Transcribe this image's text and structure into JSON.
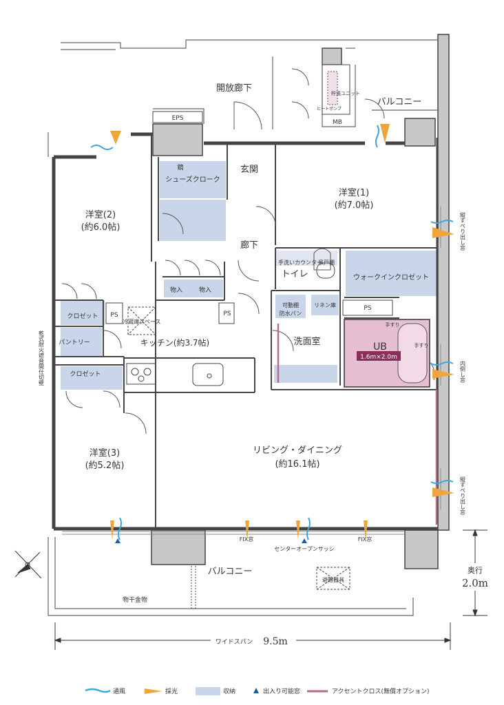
{
  "rooms": {
    "open_corridor": "開放廊下",
    "balcony_north": "バルコニー",
    "eps": "EPS",
    "mb": "MB",
    "water_heater": "貯湯ユニット",
    "heat_pump": "ヒートポンプ",
    "genkan": "玄関",
    "shoes_cloak": "シューズクローク",
    "mirror": "鏡",
    "western1_name": "洋室(1)",
    "western1_size": "(約7.0帖)",
    "western2_name": "洋室(2)",
    "western2_size": "(約6.0帖)",
    "hallway": "廊下",
    "storage1": "物入",
    "storage2": "物入",
    "handwash": "手洗いカウンター",
    "wall_cabinet": "吊戸棚",
    "toilet": "トイレ",
    "walkin": "ウォークインクロゼット",
    "closet1": "クロゼット",
    "ps1": "PS",
    "fridge": "冷蔵庫スペース",
    "pantry": "パントリー",
    "kitchen": "キッチン(約3.7帖)",
    "ps2": "PS",
    "movable_shelf": "可動棚",
    "waterproof_pan": "防水パン",
    "linen": "リネン庫",
    "ps3": "PS",
    "washroom": "洗面室",
    "ub": "UB",
    "ub_size": "1.6m×2.0m",
    "handrail1": "手すり",
    "handrail2": "手すり",
    "closet2": "クロゼット",
    "western3_name": "洋室(3)",
    "western3_size": "(約5.2帖)",
    "living_name": "リビング・ダイニング",
    "living_size": "(約16.1帖)",
    "fix1": "FIX窓",
    "fix2": "FIX窓",
    "center_sash": "センターオープンサッシ",
    "balcony_south": "バルコニー",
    "evac": "避難器具",
    "clothes": "物干金物"
  },
  "side_notes": {
    "left_wall": "乾式耐火遮音間仕切壁",
    "right_top": "縦すべり出し窓",
    "right_mid": "内倒し窓",
    "right_bottom": "縦すべり出し窓"
  },
  "dimensions": {
    "depth_label": "奥行",
    "depth_value": "2.0m",
    "span_label": "ワイドスパン",
    "span_value": "9.5m"
  },
  "legend": {
    "ventilation": "通風",
    "daylight": "採光",
    "storage": "収納",
    "entry_window": "出入り可能窓",
    "accent_cloth": "アクセントクロス(無償オプション)"
  },
  "colors": {
    "storage": "#c9d5e8",
    "accent": "#b56b8e",
    "ub_fill": "#e6bfd2",
    "wind": "#3aa6dc",
    "light": "#f0a53c",
    "wall": "#c8c8c8"
  }
}
